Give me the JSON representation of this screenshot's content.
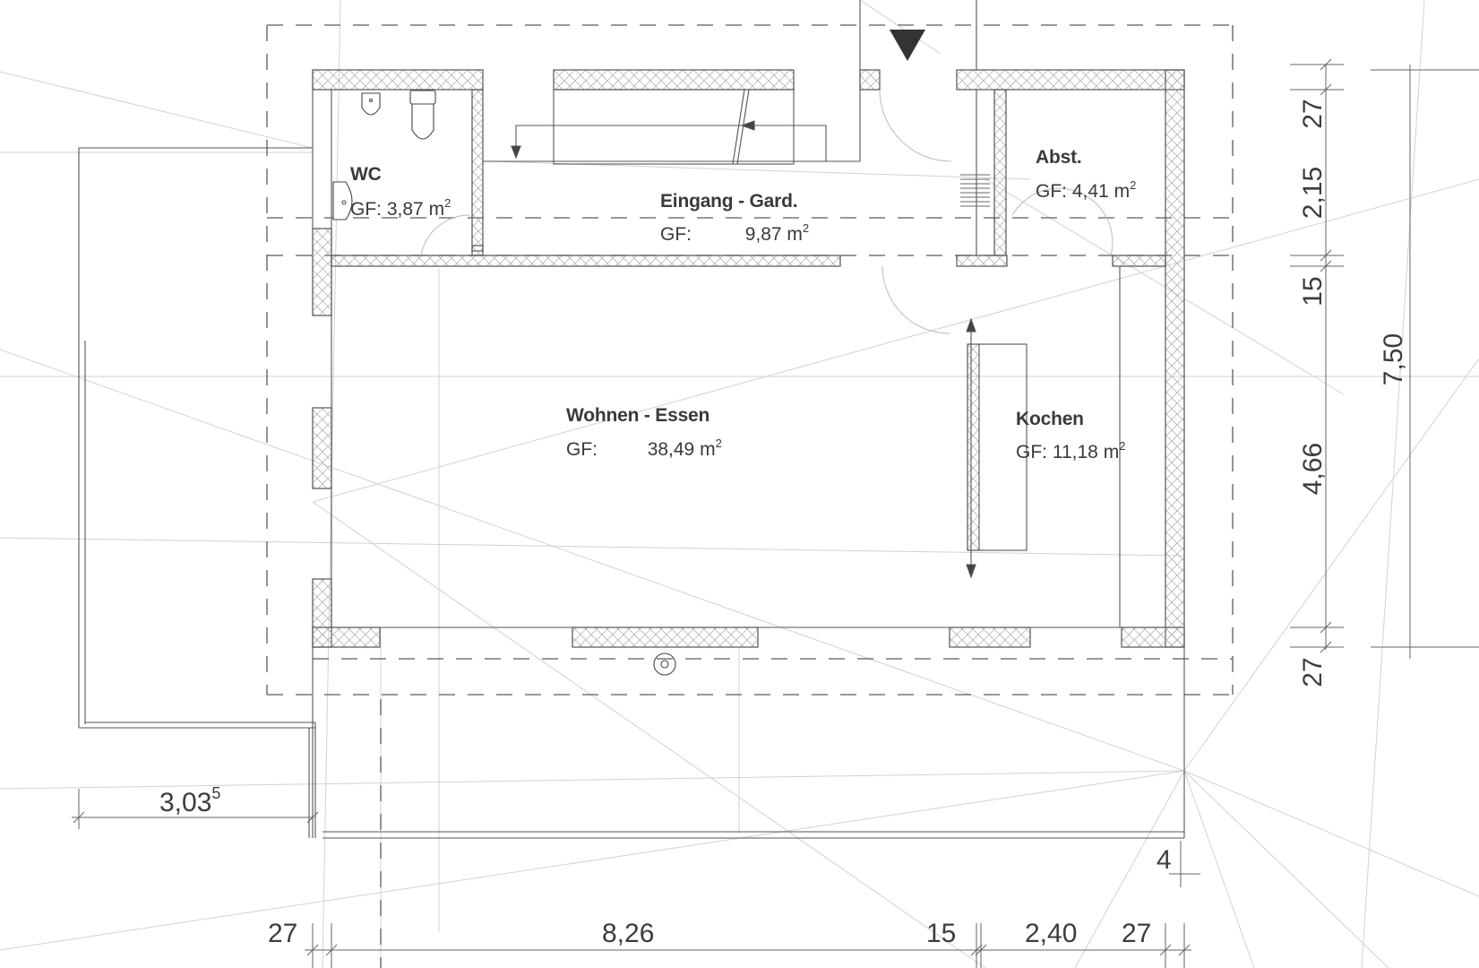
{
  "drawing": {
    "type": "floor plan",
    "entrance_marker": "entrance-triangle"
  },
  "rooms": [
    {
      "id": "wc",
      "name": "WC",
      "gf_label": "GF:",
      "area": "3,87",
      "unit": "m",
      "unit_exp": "2"
    },
    {
      "id": "eingang",
      "name": "Eingang - Gard.",
      "gf_label": "GF:",
      "area": "9,87",
      "unit": "m",
      "unit_exp": "2"
    },
    {
      "id": "abst",
      "name": "Abst.",
      "gf_label": "GF:",
      "area": "4,41",
      "unit": "m",
      "unit_exp": "2"
    },
    {
      "id": "wohnen",
      "name": "Wohnen - Essen",
      "gf_label": "GF:",
      "area": "38,49",
      "unit": "m",
      "unit_exp": "2"
    },
    {
      "id": "kochen",
      "name": "Kochen",
      "gf_label": "GF:",
      "area": "11,18",
      "unit": "m",
      "unit_exp": "2"
    }
  ],
  "dimensions": {
    "bottom": [
      "27",
      "8,26",
      "15",
      "2,40",
      "27"
    ],
    "right_inner": [
      "27",
      "2,15",
      "15",
      "4,66",
      "27"
    ],
    "right_total": "7,50",
    "left_deck": {
      "value": "3,03",
      "sup": "5"
    },
    "bottom_right_small": "4"
  },
  "colors": {
    "line": "#555555",
    "hatch": "#9a9a9a",
    "construction": "#c8c8c8",
    "entrance": "#333333"
  }
}
